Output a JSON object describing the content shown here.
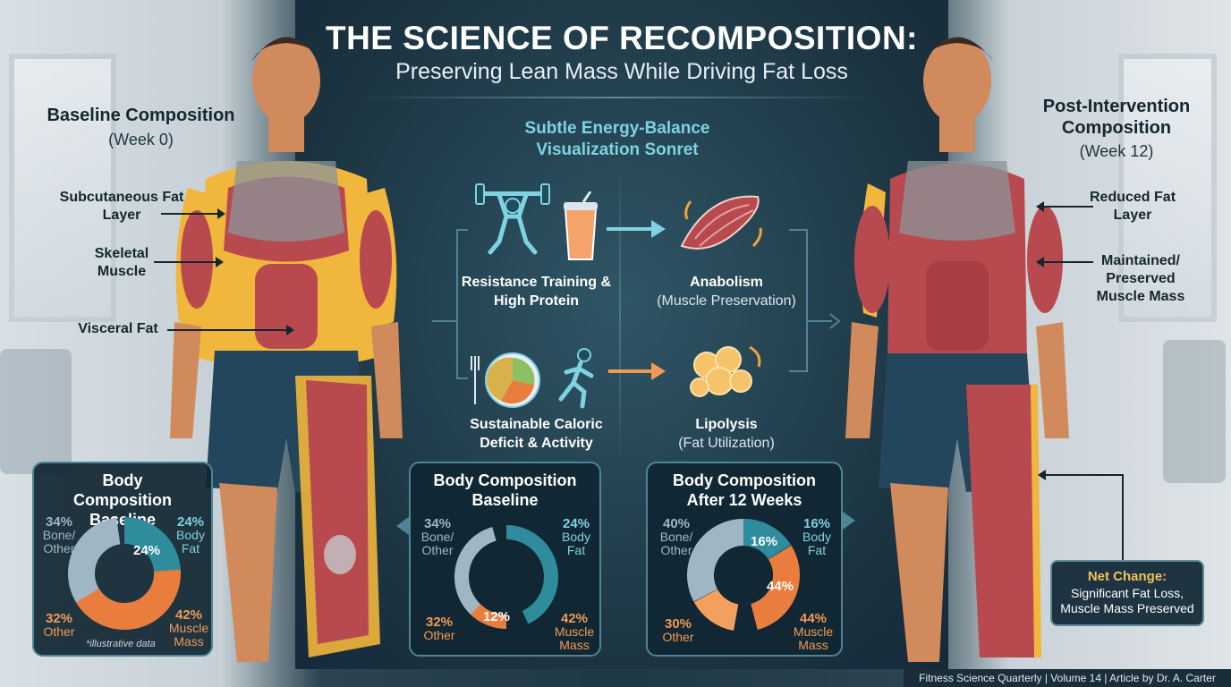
{
  "header": {
    "title": "THE SCIENCE OF RECOMPOSITION:",
    "subtitle": "Preserving Lean Mass While Driving Fat Loss",
    "section_label": "Subtle Energy-Balance Visualization Sonret"
  },
  "left": {
    "title": "Baseline Composition",
    "subtitle": "(Week 0)",
    "annotations": {
      "fat": "Subcutaneous Fat Layer",
      "muscle": "Skeletal Muscle",
      "visceral": "Visceral Fat"
    }
  },
  "right": {
    "title": "Post-Intervention Composition",
    "subtitle": "(Week 12)",
    "annotations": {
      "fat": "Reduced Fat Layer",
      "muscle": "Maintained/ Preserved Muscle Mass"
    },
    "net_change": {
      "title": "Net Change:",
      "text": "Significant Fat Loss, Muscle Mass Preserved"
    }
  },
  "mechanisms": {
    "training": "Resistance Training & High Protein",
    "deficit": "Sustainable Caloric Deficit & Activity",
    "anabolism_title": "Anabolism",
    "anabolism_sub": "(Muscle Preservation)",
    "lipolysis_title": "Lipolysis",
    "lipolysis_sub": "(Fat Utilization)"
  },
  "cards": {
    "left": {
      "title": "Body Composition Baseline",
      "bone_pct": "34%",
      "bone_label": "Bone/ Other",
      "fat_pct": "24%",
      "fat_label": "Body Fat",
      "fat_inner": "24%",
      "other_pct": "32%",
      "other_label": "Other",
      "muscle_pct": "42%",
      "muscle_label": "Muscle Mass",
      "note": "*illustrative data"
    },
    "middle": {
      "title": "Body Composition Baseline",
      "bone_pct": "34%",
      "bone_label": "Bone/ Other",
      "fat_pct": "24%",
      "fat_label": "Body Fat",
      "other_pct": "32%",
      "other_label": "Other",
      "muscle_pct": "42%",
      "muscle_label": "Muscle Mass",
      "inner": "12%"
    },
    "right": {
      "title": "Body Composition After 12 Weeks",
      "bone_pct": "40%",
      "bone_label": "Bone/ Other",
      "fat_pct": "16%",
      "fat_label": "Body Fat",
      "fat_inner": "16%",
      "muscle_inner": "44%",
      "other_pct": "30%",
      "other_label": "Other",
      "muscle_pct": "44%",
      "muscle_label": "Muscle Mass"
    }
  },
  "footer": "Fitness Science Quarterly | Volume 14 | Article by Dr. A. Carter",
  "colors": {
    "grey": "#9fb7c4",
    "teal": "#2e8c9c",
    "orange": "#e87d3e",
    "light_orange": "#f3a05f",
    "accent": "#7fd2e2",
    "gold": "#f2c15a"
  }
}
